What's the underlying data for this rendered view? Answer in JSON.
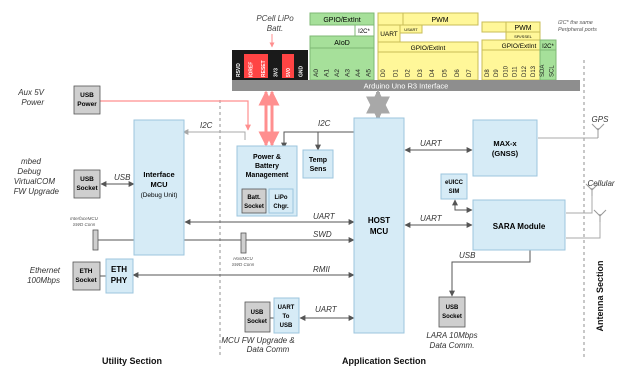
{
  "labels": {
    "pcell_batt_1": "PCell LiPo",
    "pcell_batt_2": "Batt.",
    "arduino_bar": "Arduino Uno R3 Interface",
    "aux_5v_1": "Aux 5V",
    "aux_5v_2": "Power",
    "mbed_1": "mbed",
    "mbed_2": "Debug",
    "mbed_3": "VirtualCOM",
    "mbed_4": "FW Upgrade",
    "ethernet_1": "Ethernet",
    "ethernet_2": "100Mbps",
    "gps": "GPS",
    "cellular": "Cellular",
    "mcu_fw_1": "MCU FW  Upgrade &",
    "mcu_fw_2": "Data Comm",
    "lara_1": "LARA 10Mbps",
    "lara_2": "Data Comm.",
    "i2c_top_left": "I2C",
    "i2c_top_mid": "I2C",
    "usb_left": "USB",
    "uart_mid": "UART",
    "swd_mid": "SWD",
    "rmii": "RMII",
    "uart_gnss": "UART",
    "uart_sara": "UART",
    "usb_lara": "USB",
    "uart_bottom": "UART",
    "interface_swd_1": "InterfaceMCU",
    "interface_swd_2": "SWD Conn",
    "host_swd_1": "HostMCU",
    "host_swd_2": "SWD Conn",
    "i2c_same_1": "I2C* the same",
    "i2c_same_2": "Peripheral ports",
    "utility_section": "Utility Section",
    "application_section": "Application Section",
    "antenna_section": "Antenna Section"
  },
  "blocks": {
    "usb_power_1": "USB",
    "usb_power_2": "Power",
    "usb_socket_1": "USB",
    "usb_socket_2": "Socket",
    "eth_socket_1": "ETH",
    "eth_socket_2": "Socket",
    "eth_phy_1": "ETH",
    "eth_phy_2": "PHY",
    "interface_mcu_1": "Interface",
    "interface_mcu_2": "MCU",
    "interface_mcu_3": "(Debug Unit)",
    "power_mgmt_1": "Power &",
    "power_mgmt_2": "Battery",
    "power_mgmt_3": "Management",
    "batt_socket_1": "Batt.",
    "batt_socket_2": "Socket",
    "lipo_chgr_1": "LiPo",
    "lipo_chgr_2": "Chgr.",
    "temp_sens_1": "Temp",
    "temp_sens_2": "Sens",
    "host_mcu_1": "HOST",
    "host_mcu_2": "MCU",
    "max_m_1": "MAX-x",
    "max_m_2": "(GNSS)",
    "uicc_1": "eUICC",
    "uicc_2": "SIM",
    "sara_module": "SARA Module",
    "usb_socket_bottom_1": "USB",
    "usb_socket_bottom_2": "Socket",
    "uart_to_usb_1": "UART",
    "uart_to_usb_2": "To",
    "uart_to_usb_3": "USB",
    "usb_socket_lara_1": "USB",
    "usb_socket_lara_2": "Socket"
  },
  "header_pins": {
    "power_pins": [
      "RSVD",
      "IOREF",
      "RESET",
      "3V3",
      "5V0",
      "GND"
    ],
    "analog_pins": [
      "A0",
      "A1",
      "A2",
      "A3",
      "A4",
      "A5"
    ],
    "digital_pins_1": [
      "D0",
      "D1",
      "D2",
      "D3",
      "D4",
      "D5",
      "D6",
      "D7"
    ],
    "digital_pins_2": [
      "D8",
      "D9",
      "D10",
      "D11",
      "D12",
      "D13",
      "SDA",
      "SCL"
    ]
  },
  "header_groups": {
    "gpio_extint_a": "GPIO/ExtInt",
    "i2c_a": "I2C*",
    "aio_d": "AIoD",
    "pwm_a": "PWM",
    "uart_a": "UART",
    "gpio_extint_b": "GPIO/ExtInt",
    "pwm_b": "PWM",
    "gpio_extint_c": "GPIO/ExtInt",
    "i2c_b": "I2C*",
    "small_1": "USART",
    "small_2": "SPI/SSEL"
  },
  "colors": {
    "block_fill": "#d6ebf6",
    "block_stroke": "#9cc6de",
    "socket_fill": "#cfcfcf",
    "socket_stroke": "#555555",
    "arduino_bar": "#8e8e8e",
    "green": "#a6e09a",
    "yellow": "#fff799",
    "red_pin": "#ff4444",
    "power_line": "#ff8f8f",
    "arrow": "#555555",
    "grey_arrow": "#a8a8a8"
  }
}
